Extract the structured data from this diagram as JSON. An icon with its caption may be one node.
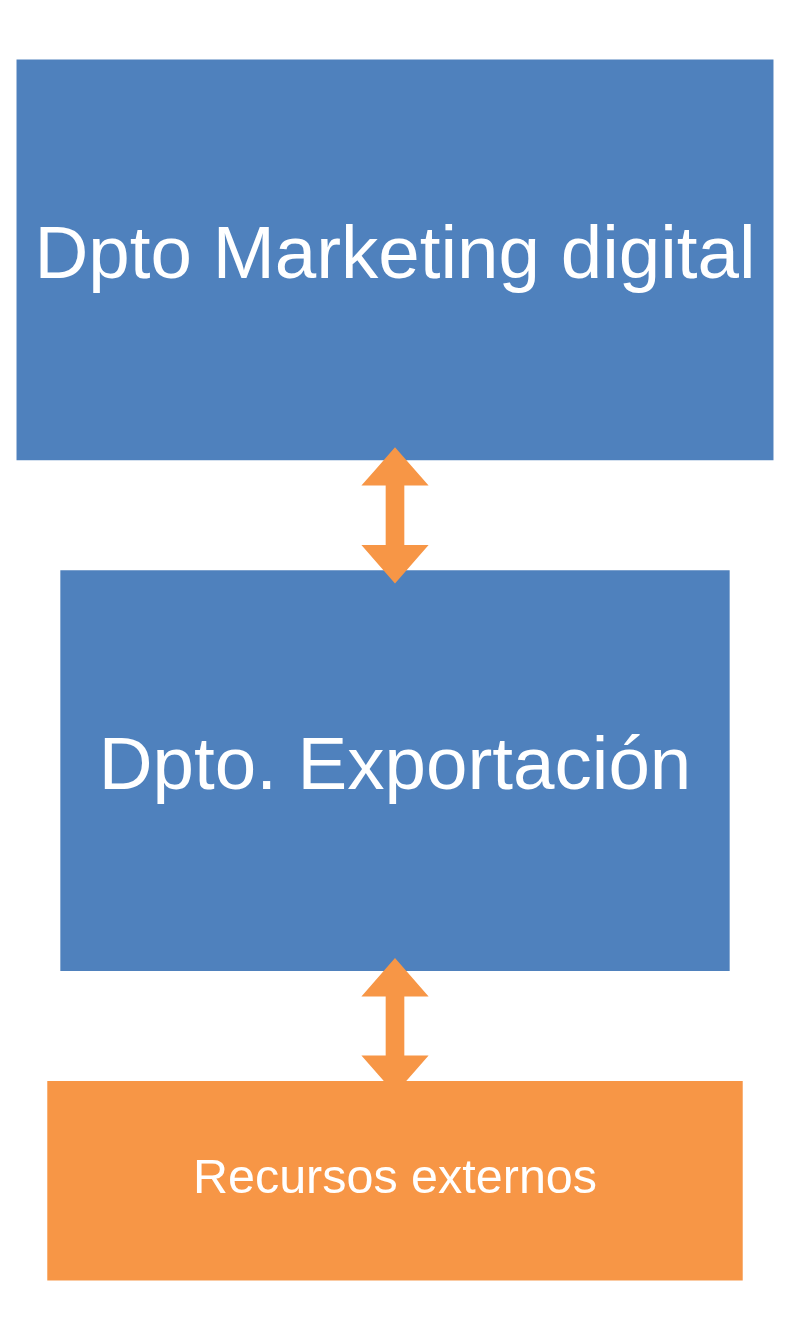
{
  "diagram": {
    "nodes": [
      {
        "text": [
          "Dpto Marketing digital"
        ]
      },
      {
        "text": [
          "Dpto. Exportación"
        ]
      },
      {
        "text": [
          "Recursos externos"
        ]
      }
    ],
    "edges": [
      {
        "from": 0,
        "to": 1,
        "arrow": "both"
      },
      {
        "from": 1,
        "to": 2,
        "arrow": "both"
      }
    ]
  }
}
